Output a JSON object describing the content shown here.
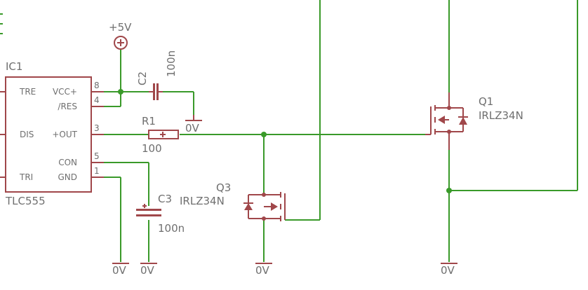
{
  "ic1": {
    "name": "IC1",
    "value": "TLC555",
    "pins": {
      "tre": "TRE",
      "vcc": "VCC+",
      "res": "/RES",
      "dis": "DIS",
      "out": "+OUT",
      "con": "CON",
      "tri": "TRI",
      "gnd": "GND"
    },
    "pin_numbers": {
      "p8": "8",
      "p4": "4",
      "p3": "3",
      "p5": "5",
      "p1": "1"
    }
  },
  "supply": {
    "vcc_label": "+5V"
  },
  "c2": {
    "name": "C2",
    "value": "100n"
  },
  "r1": {
    "name": "R1",
    "value": "100"
  },
  "c3": {
    "name": "C3",
    "value": "100n"
  },
  "q1": {
    "name": "Q1",
    "value": "IRLZ34N"
  },
  "q3": {
    "name": "Q3",
    "value": "IRLZ34N"
  },
  "ground": {
    "label": "0V"
  },
  "colors": {
    "part": "#a0474a",
    "wire": "#3a9a2a",
    "text": "#6f6f6f"
  }
}
